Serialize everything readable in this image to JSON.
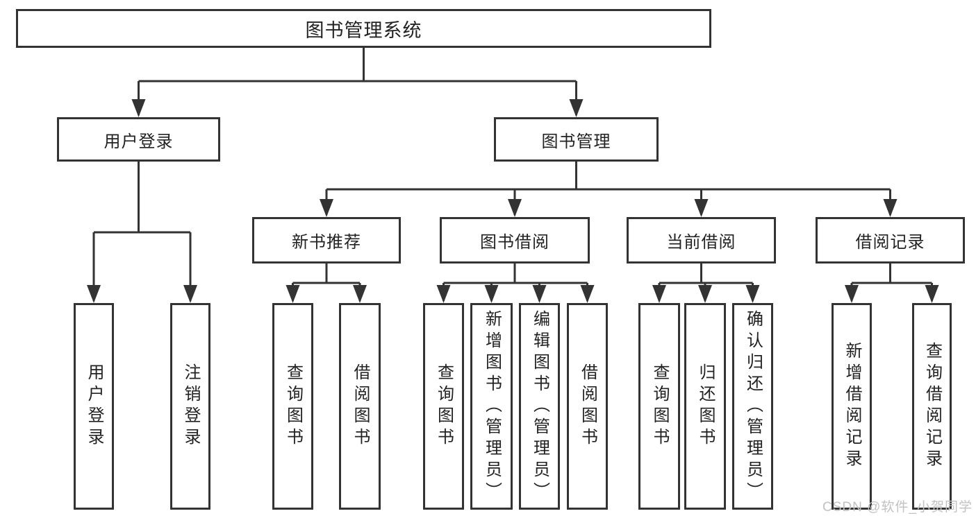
{
  "tree": {
    "label": "图书管理系统",
    "children": [
      {
        "label": "用户登录",
        "children": [
          {
            "label": "用户登录"
          },
          {
            "label": "注销登录"
          }
        ]
      },
      {
        "label": "图书管理",
        "children": [
          {
            "label": "新书推荐",
            "children": [
              {
                "label": "查询图书"
              },
              {
                "label": "借阅图书"
              }
            ]
          },
          {
            "label": "图书借阅",
            "children": [
              {
                "label": "查询图书"
              },
              {
                "label": "新增图书（管理员）"
              },
              {
                "label": "编辑图书（管理员）"
              },
              {
                "label": "借阅图书"
              }
            ]
          },
          {
            "label": "当前借阅",
            "children": [
              {
                "label": "查询图书"
              },
              {
                "label": "归还图书"
              },
              {
                "label": "确认归还（管理员）"
              }
            ]
          },
          {
            "label": "借阅记录",
            "children": [
              {
                "label": "新增借阅记录"
              },
              {
                "label": "查询借阅记录"
              }
            ]
          }
        ]
      }
    ]
  },
  "watermark": {
    "text": "CSDN @软件_小贺同学"
  },
  "colors": {
    "line": "#333333",
    "box_border": "#333333",
    "text": "#222222",
    "background": "#ffffff",
    "watermark": "#c3c1c2"
  }
}
